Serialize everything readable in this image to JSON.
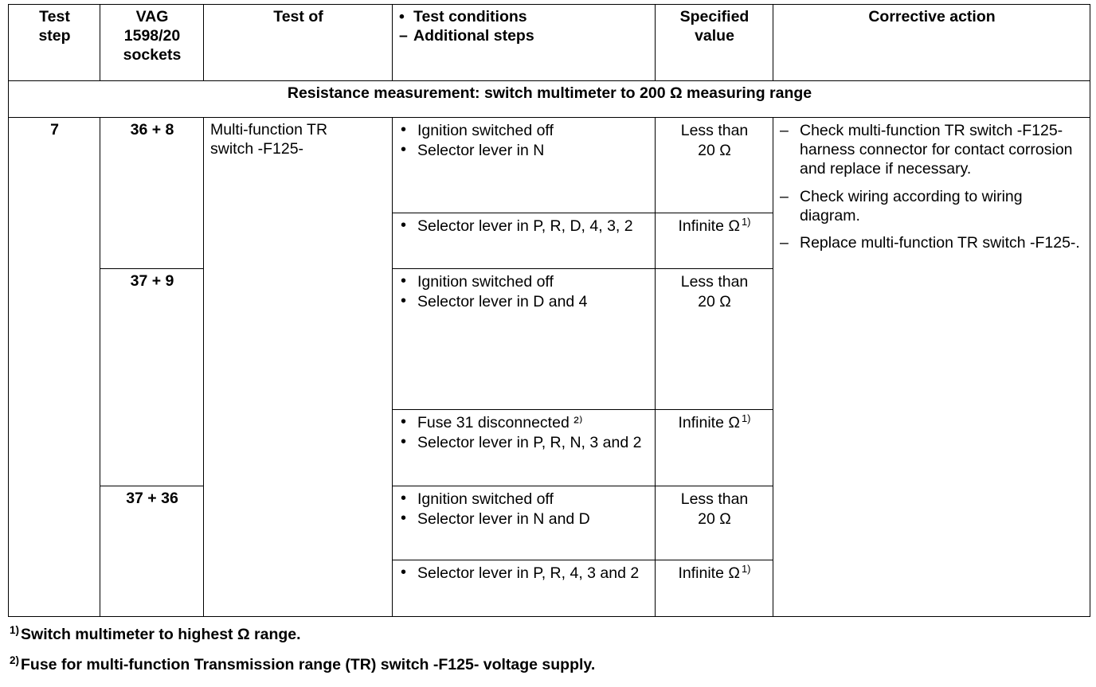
{
  "table": {
    "columns": [
      {
        "id": "test_step",
        "header_lines": [
          "Test",
          "step"
        ]
      },
      {
        "id": "vag_sockets",
        "header_lines": [
          "VAG",
          "1598/20",
          "sockets"
        ]
      },
      {
        "id": "test_of",
        "header_lines": [
          "Test of"
        ]
      },
      {
        "id": "test_conditions",
        "header_markers": [
          "•",
          "–"
        ],
        "header_lines": [
          "Test conditions",
          "Additional steps"
        ]
      },
      {
        "id": "specified_value",
        "header_lines": [
          "Specified",
          "value"
        ]
      },
      {
        "id": "corrective_action",
        "header_lines": [
          "Corrective action"
        ]
      }
    ],
    "banner": "Resistance measurement:  switch multimeter to 200 Ω measuring range",
    "test_step": "7",
    "test_of_lines": [
      "Multi-function TR",
      "switch -F125-"
    ],
    "socket_groups": [
      {
        "sockets": "36 + 8",
        "rows": [
          {
            "conditions": [
              "Ignition switched off",
              "Selector lever in N"
            ],
            "spec_lines": [
              "Less than",
              "20 Ω"
            ],
            "spec_footnote": ""
          },
          {
            "conditions": [
              "Selector lever in P, R, D, 4, 3, 2"
            ],
            "spec_lines": [
              "Infinite Ω"
            ],
            "spec_footnote": "1)"
          }
        ]
      },
      {
        "sockets": "37 + 9",
        "rows": [
          {
            "conditions": [
              "Ignition switched off",
              "Selector lever in D and 4"
            ],
            "spec_lines": [
              "Less than",
              "20 Ω"
            ],
            "spec_footnote": ""
          },
          {
            "conditions": [
              "Fuse 31 disconnected ²⁾",
              "Selector lever in P, R, N, 3 and 2"
            ],
            "conditions_footnotes": [
              "2)",
              ""
            ],
            "spec_lines": [
              "Infinite Ω"
            ],
            "spec_footnote": "1)"
          }
        ]
      },
      {
        "sockets": "37 + 36",
        "rows": [
          {
            "conditions": [
              "Ignition switched off",
              "Selector lever in N and D"
            ],
            "spec_lines": [
              "Less than",
              "20 Ω"
            ],
            "spec_footnote": ""
          },
          {
            "conditions": [
              "Selector lever in P, R, 4, 3 and 2"
            ],
            "spec_lines": [
              "Infinite Ω"
            ],
            "spec_footnote": "1)"
          }
        ]
      }
    ],
    "corrective_actions": [
      "Check multi-function TR switch -F125- harness connector for contact corrosion and replace if necessary.",
      "Check wiring according to wiring diagram.",
      "Replace multi-function TR switch -F125-."
    ]
  },
  "footnotes": [
    {
      "marker": "1)",
      "text": "Switch multimeter to highest Ω range."
    },
    {
      "marker": "2)",
      "text": "Fuse for multi-function Transmission range (TR) switch -F125- voltage supply."
    }
  ]
}
